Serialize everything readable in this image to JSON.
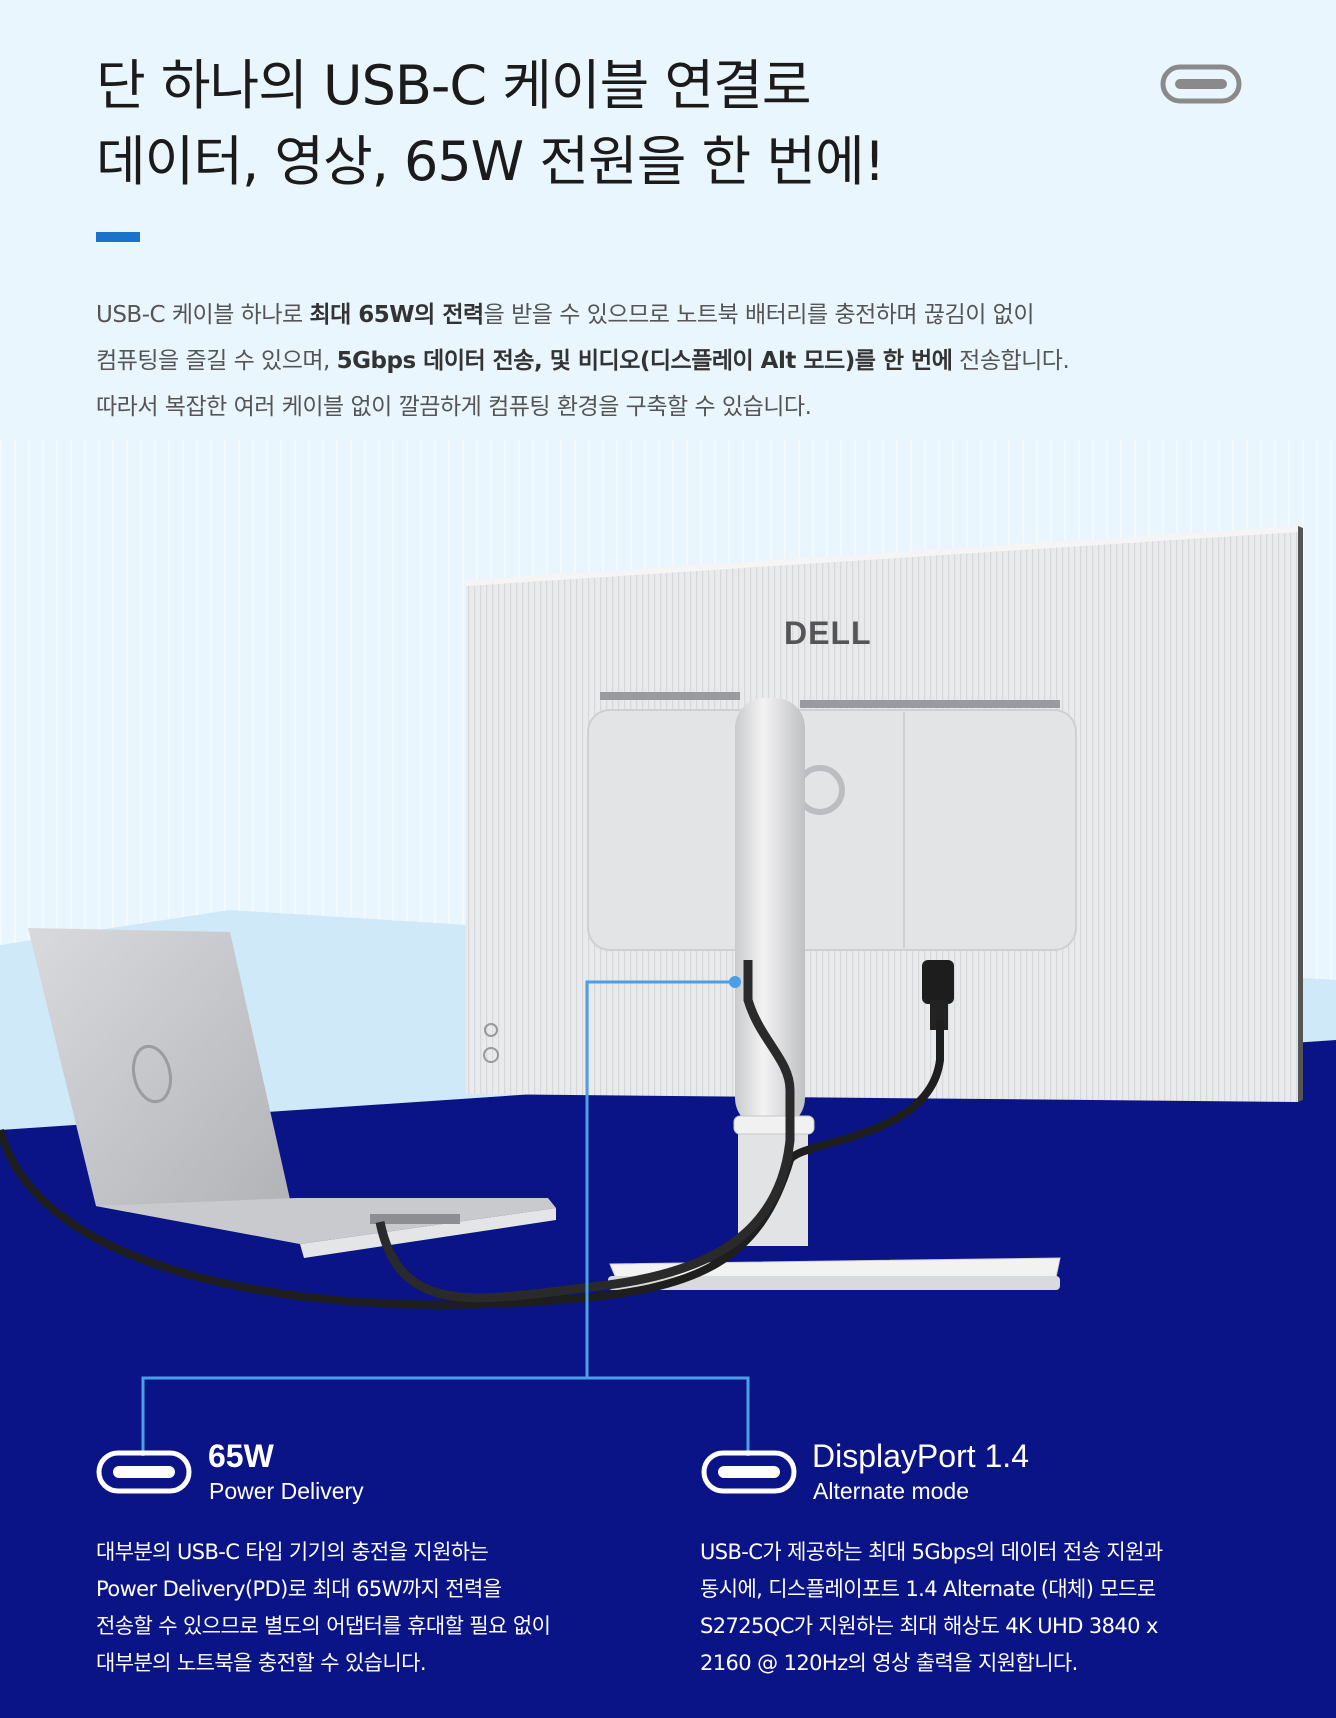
{
  "headline": {
    "line1": "단 하나의 USB-C 케이블 연결로",
    "line2": "데이터, 영상, 65W 전원을 한 번에!"
  },
  "intro": {
    "p1": "USB-C 케이블 하나로 ",
    "b1": "최대 65W의 전력",
    "p2": "을 받을 수 있으므로 노트북 배터리를 충전하며 끊김이 없이",
    "p3": "컴퓨팅을 즐길 수 있으며, ",
    "b2": "5Gbps 데이터 전송, 및 비디오(디스플레이 Alt 모드)를 한 번에",
    "p4": " 전송합니다.",
    "p5": "따라서 복잡한 여러 케이블 없이 깔끔하게 컴퓨팅 환경을 구축할 수 있습니다."
  },
  "product": {
    "brand_logo": "DELL"
  },
  "features": [
    {
      "icon": "usb-c-port-icon",
      "title": "65W",
      "subtitle": "Power Delivery",
      "body": [
        "대부분의 USB-C 타입 기기의 충전을 지원하는",
        "Power Delivery(PD)로 최대 65W까지 전력을",
        "전송할 수 있으므로 별도의 어댑터를 휴대할 필요 없이",
        "대부분의 노트북을 충전할 수 있습니다."
      ]
    },
    {
      "icon": "usb-c-port-icon",
      "title": "DisplayPort 1.4",
      "subtitle": "Alternate mode",
      "body": [
        "USB-C가 제공하는 최대 5Gbps의 데이터 전송 지원과",
        "동시에, 디스플레이포트 1.4 Alternate (대체) 모드로",
        "S2725QC가 지원하는 최대 해상도 4K UHD 3840 x",
        "2160 @ 120Hz의 영상 출력을 지원합니다."
      ]
    }
  ],
  "colors": {
    "accent": "#1a73c9",
    "navy": "#0a1486",
    "connector_line": "#4a9fe6",
    "sky": "#eaf6fd"
  }
}
